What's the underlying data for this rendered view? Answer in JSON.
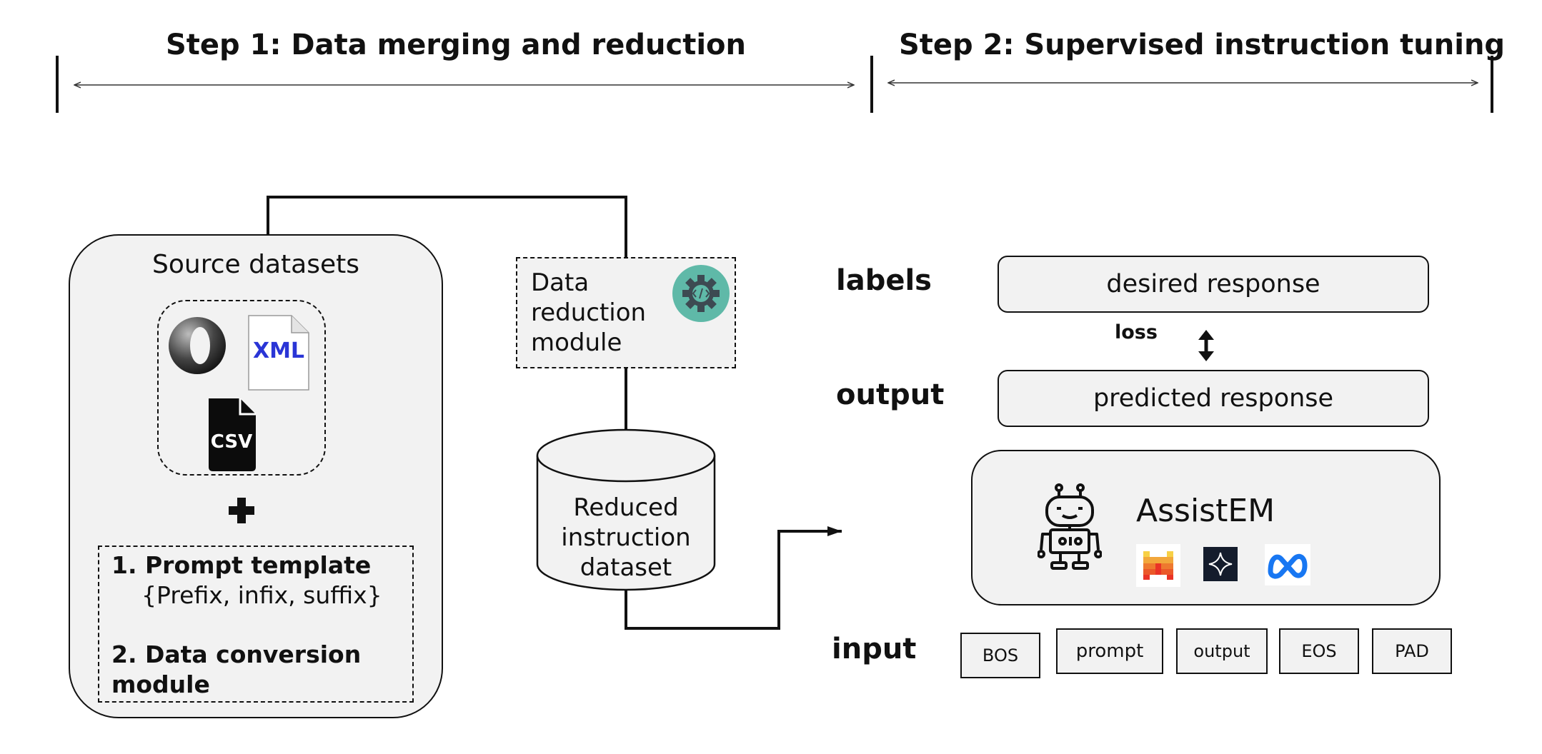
{
  "header": {
    "step1": "Step 1: Data merging and reduction",
    "step2": "Step 2: Supervised instruction tuning"
  },
  "source": {
    "title": "Source datasets",
    "icons": [
      "json-icon",
      "xml-file-icon",
      "csv-file-icon"
    ],
    "xml_label": "XML",
    "csv_label": "CSV",
    "plus": "+",
    "item1_title": "1. Prompt template",
    "item1_detail": "{Prefix, infix, suffix}",
    "item2_line1": "2. Data conversion",
    "item2_line2": "module"
  },
  "reduction": {
    "line1": "Data",
    "line2": "reduction",
    "line3": "module",
    "icon": "gear-code-icon"
  },
  "dataset": {
    "line1": "Reduced",
    "line2": "instruction",
    "line3": "dataset"
  },
  "model": {
    "labels_label": "labels",
    "output_label": "output",
    "input_label": "input",
    "desired": "desired response",
    "predicted": "predicted response",
    "loss": "loss",
    "name": "AssistEM",
    "icons": [
      "robot-icon",
      "mistral-logo-icon",
      "star-logo-icon",
      "meta-logo-icon"
    ],
    "tokens": [
      "BOS",
      "prompt",
      "output",
      "EOS",
      "PAD"
    ]
  },
  "colors": {
    "box_fill": "#f2f2f2",
    "gear_bg": "#5fb9a8",
    "gear_fg": "#3d4a52",
    "xml_text": "#2a35d6",
    "meta_blue": "#1877f2",
    "star_bg": "#141c2c"
  }
}
